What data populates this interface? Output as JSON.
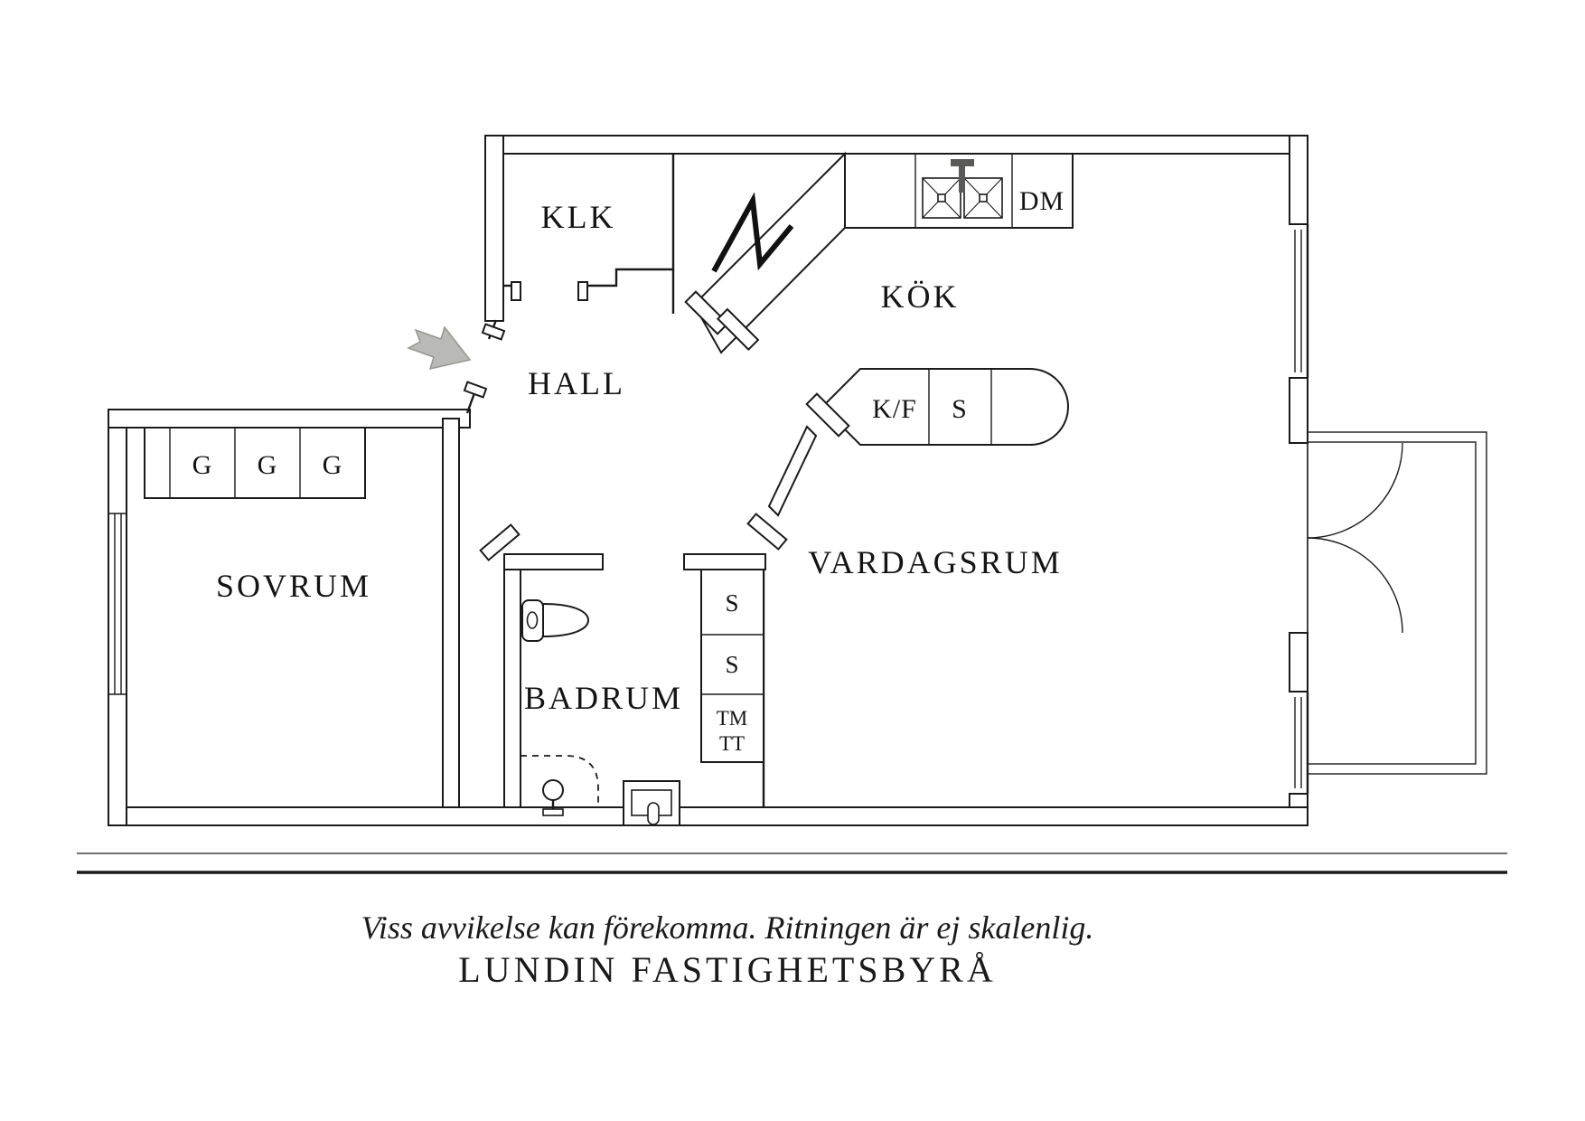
{
  "floor_plan": {
    "rooms": {
      "klk": "KLK",
      "kok": "KÖK",
      "hall": "HALL",
      "sovrum": "SOVRUM",
      "badrum": "BADRUM",
      "vardagsrum": "VARDAGSRUM"
    },
    "kitchen": {
      "dishwasher": "DM",
      "fridge_freezer": "K/F",
      "stove": "S"
    },
    "wardrobes": [
      "G",
      "G",
      "G"
    ],
    "bathroom": {
      "cabinet_1": "S",
      "cabinet_2": "S",
      "washer": "TM",
      "dryer": "TT"
    }
  },
  "footer": {
    "disclaimer": "Viss avvikelse kan förekomma. Ritningen är ej skalenlig.",
    "company": "LUNDIN FASTIGHETSBYRÅ"
  },
  "colors": {
    "line": "#1a1a1a",
    "arrow_fill": "#b9b9b6",
    "arrow_stroke": "#97978f",
    "background": "#ffffff"
  }
}
